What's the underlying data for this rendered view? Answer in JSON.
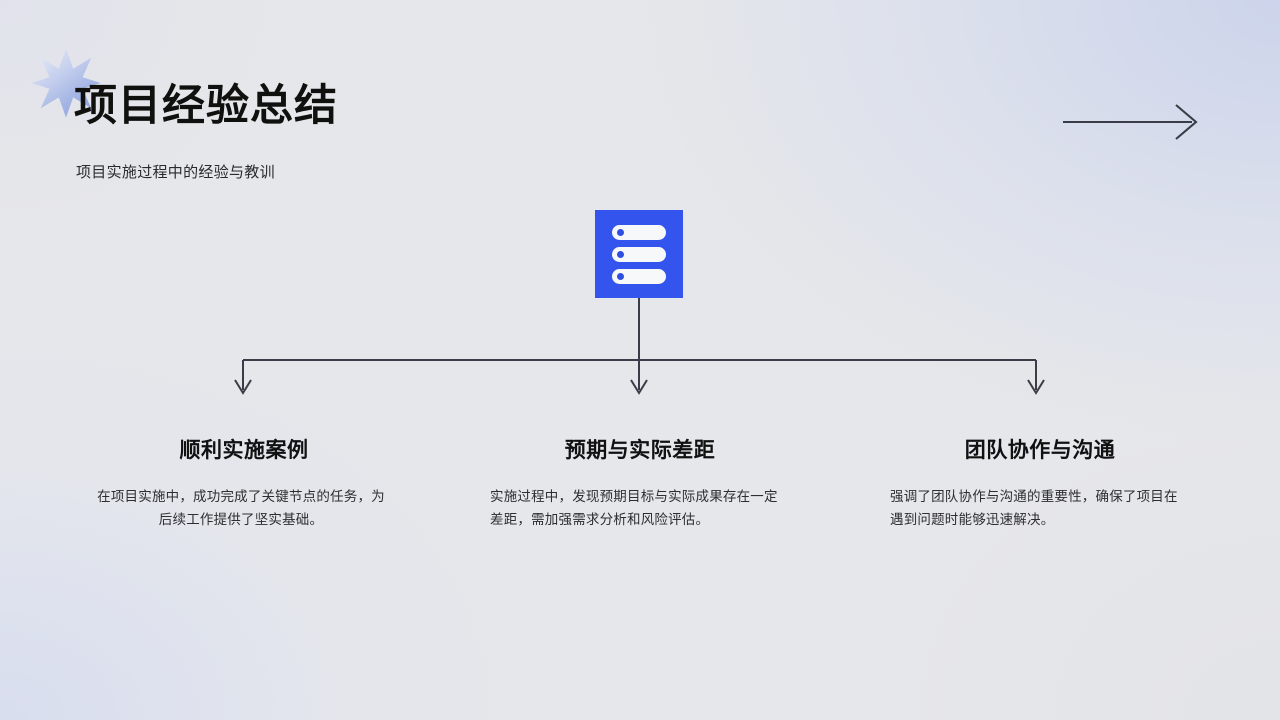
{
  "slide": {
    "title": "项目经验总结",
    "subtitle": "项目实施过程中的经验与教训",
    "background_color": "#e6e7ea",
    "accent_color": "#3355ee",
    "text_color": "#111112"
  },
  "decorations": {
    "star": {
      "name": "eight-point-star",
      "gradient_from": "#e9ecf6",
      "gradient_to": "#8fa5e0"
    },
    "top_arrow": {
      "name": "long-right-arrow",
      "color": "#3a3d47"
    }
  },
  "center_icon": {
    "name": "list-rows-icon",
    "box_color": "#3355ee",
    "row_color": "#f7f8fa",
    "dot_color": "#2f4fe0",
    "rows": 3
  },
  "connector": {
    "name": "tree-connector",
    "color": "#3a3d47",
    "branches": 3
  },
  "columns": [
    {
      "title": "顺利实施案例",
      "body": "在项目实施中，成功完成了关键节点的任务，为后续工作提供了坚实基础。"
    },
    {
      "title": "预期与实际差距",
      "body": "实施过程中，发现预期目标与实际成果存在一定差距，需加强需求分析和风险评估。"
    },
    {
      "title": "团队协作与沟通",
      "body": "强调了团队协作与沟通的重要性，确保了项目在遇到问题时能够迅速解决。"
    }
  ]
}
